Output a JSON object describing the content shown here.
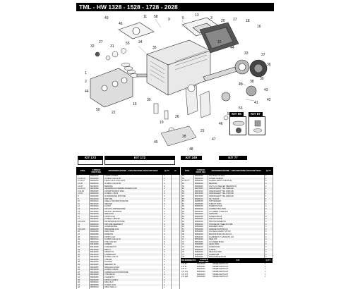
{
  "header": {
    "title": "TML - HW 1328 - 1528 - 1728 - 2028"
  },
  "kits": {
    "k65": "KIT 65",
    "k67": "KIT 67",
    "k173": "KIT 173",
    "k172": "KIT 172",
    "k249": "KIT 249",
    "k77": "KIT 77"
  },
  "callouts": [
    "49",
    "46",
    "11",
    "58",
    "9",
    "5",
    "13",
    "3",
    "20",
    "17",
    "18",
    "16",
    "32",
    "27",
    "31",
    "55",
    "34",
    "35",
    "15",
    "44",
    "33",
    "37",
    "36",
    "30",
    "38",
    "40",
    "43",
    "42",
    "41",
    "53",
    "52",
    "46",
    "1",
    "2",
    "44",
    "50",
    "22",
    "15",
    "30",
    "19",
    "26",
    "28",
    "21",
    "47",
    "48",
    "45"
  ],
  "table_left": {
    "headers": [
      "POS.",
      "CODICE PART NO.",
      "DENOMINAZIONE - DESCRIZIONE DESCRIPTION",
      "Q.TY",
      "N"
    ],
    "rows": [
      [
        "1",
        "80110010",
        "CORPO POMPA",
        "1",
        ""
      ],
      [
        "2-3-4-5-6",
        "80200005",
        "O-RING 2.62x13.95",
        "1",
        ""
      ],
      [
        "2-4-6-67",
        "80450010",
        "TAPPO OLIO CON ASTA",
        "1",
        ""
      ],
      [
        "4-6-67",
        "80290010",
        "O-RING 2.62x13.95",
        "1",
        ""
      ],
      [
        "4-6-67",
        "80230045",
        "BEARING",
        "2",
        ""
      ],
      [
        "2-3-4-5-6",
        "80230050",
        "SILVERBLOCK SERIES-SCHEDA SUB",
        "2",
        ""
      ],
      [
        "6-14-65",
        "80600005",
        "ANTIESTRUSION RING",
        "2",
        ""
      ],
      [
        "4-6-67",
        "80200015",
        "O-RING 1.78x14",
        "2",
        ""
      ],
      [
        "8",
        "80200055",
        "GUARNIZIONE PISTONE",
        "3",
        ""
      ],
      [
        "9",
        "80220010",
        "PISTONE",
        "3",
        ""
      ],
      [
        "10",
        "80220013",
        "ANELLO ANTIESTRUSIONE",
        "3",
        ""
      ],
      [
        "11",
        "80220015",
        "SEEGER",
        "3",
        ""
      ],
      [
        "12",
        "80240000",
        "FILTRO",
        "1",
        ""
      ],
      [
        "13",
        "80240015",
        "VALVOLA ASPIRAZIONE",
        "6",
        ""
      ],
      [
        "14",
        "80240025",
        "VALVOLA MANDATA",
        "3",
        ""
      ],
      [
        "15",
        "80240035",
        "PARAOLIO",
        "3",
        ""
      ],
      [
        "16",
        "80240040",
        "TAPPO G1/4",
        "2",
        ""
      ],
      [
        "17",
        "80240041",
        "O-RING 1.78x9.25",
        "2",
        ""
      ],
      [
        "18-19-20",
        "80250010",
        "DISTANZIALE PISTONE",
        "3",
        ""
      ],
      [
        "21",
        "80290010",
        "PISTONE CERAMICO",
        "3",
        ""
      ],
      [
        "22",
        "80290020",
        "GUARNIZIONE",
        "3",
        ""
      ],
      [
        "23-24-25",
        "80300045",
        "SPESSORE 0.25",
        "3",
        ""
      ],
      [
        "26",
        "80300050",
        "DADO M10",
        "3",
        ""
      ],
      [
        "27",
        "80300055",
        "ROSETTA",
        "3",
        ""
      ],
      [
        "28",
        "80400010",
        "TAPPO G1/2",
        "2",
        ""
      ],
      [
        "29",
        "80400012",
        "O-RING 2.62x12.42",
        "2",
        ""
      ],
      [
        "30",
        "80400025",
        "VITE TCEI M8",
        "8",
        ""
      ],
      [
        "31",
        "80410005",
        "ALBERO",
        "1",
        ""
      ],
      [
        "32",
        "80410025",
        "CUSCINETTO",
        "2",
        ""
      ],
      [
        "33",
        "80410030",
        "BIELLA",
        "3",
        ""
      ],
      [
        "34",
        "80410035",
        "SPINOTTO",
        "3",
        ""
      ],
      [
        "35",
        "80420010",
        "COPERCHIO",
        "1",
        ""
      ],
      [
        "36",
        "80420015",
        "O-RING 2.62x72",
        "1",
        ""
      ],
      [
        "37",
        "80420030",
        "VITE M6",
        "4",
        ""
      ],
      [
        "38",
        "80420040",
        "FLANGIA",
        "1",
        ""
      ],
      [
        "39",
        "80430005",
        "SEEGER I 52",
        "1",
        ""
      ],
      [
        "40",
        "80440005",
        "PARAOLIO 25x52",
        "1",
        ""
      ],
      [
        "41",
        "80440015",
        "O-RING 2.62x60",
        "1",
        ""
      ],
      [
        "42",
        "80440025",
        "COPERCHIO POSTERIORE",
        "1",
        ""
      ],
      [
        "43",
        "80440030",
        "VITE M6x16",
        "4",
        ""
      ],
      [
        "44",
        "80450005",
        "CHIAVETTA",
        "1",
        ""
      ],
      [
        "45",
        "80450015",
        "TAPPO CARICO",
        "1",
        ""
      ],
      [
        "46",
        "80450020",
        "SPIA OLIO",
        "1",
        ""
      ],
      [
        "47",
        "80450030",
        "O-RING 3x34",
        "1",
        ""
      ],
      [
        "48",
        "80450040",
        "SPIA LIVELLO",
        "1",
        ""
      ]
    ]
  },
  "table_right": {
    "headers": [
      "POS.",
      "CODICE PART NO.",
      "DENOMINAZIONE - DESCRIZIONE DESCRIPTION",
      "Q.TY"
    ],
    "rows": [
      [
        "49",
        "80450050",
        "OIL SIGHT GLASS",
        "1"
      ],
      [
        "50",
        "80460010",
        "COVER GASKET",
        "1"
      ],
      [
        "51-65-77",
        "80460015",
        "GASKET BODY 2.62x15 (8)",
        "3"
      ],
      [
        "52",
        "80460020",
        "BEARING",
        "2"
      ],
      [
        "53",
        "80460025",
        "CAP G 1/4 SEALED (BEARINGS)",
        "1"
      ],
      [
        "54",
        "80470005",
        "CRANKSHAFT TML 1328 HW",
        "1"
      ],
      [
        "54",
        "80470010",
        "CRANKSHAFT TML 1528 HW",
        "1"
      ],
      [
        "54",
        "80470015",
        "CRANKSHAFT TML 1728 HW",
        "1"
      ],
      [
        "54",
        "80470020",
        "CRANKSHAFT TML 2028 HW",
        "1"
      ],
      [
        "55",
        "80480010",
        "KEY 6x6x25",
        "1"
      ],
      [
        "56",
        "80480015",
        "TAB WASHER",
        "1"
      ],
      [
        "57",
        "80480020",
        "THRUST RING",
        "1"
      ],
      [
        "58",
        "80480025",
        "SCREW M 6x25",
        "4"
      ],
      [
        "59",
        "80490010",
        "CONNECTING ROD",
        "3"
      ],
      [
        "60",
        "80490015",
        "CYLINDER 4 ITEM KIT",
        "1"
      ],
      [
        "61",
        "80490020",
        "SUPPORT",
        "1"
      ],
      [
        "62",
        "80490025",
        "SCREW M6x18",
        "8"
      ],
      [
        "63",
        "80500005",
        "PISTON GUIDE",
        "3"
      ],
      [
        "64",
        "80500010",
        "PISTON GUIDE PIN",
        "3"
      ],
      [
        "65",
        "80500015",
        "STAINLESS STEEL NUT M8",
        "3"
      ],
      [
        "66",
        "80500020",
        "WASHER 8 BOLT",
        "3"
      ],
      [
        "67",
        "80500025",
        "GREASE PISTON 8+8",
        "3"
      ],
      [
        "68",
        "80510005",
        "OIL SEAL 18x28x7 VITON",
        "3"
      ],
      [
        "69",
        "80510010",
        "BACKUP RING 18x 24x 0.5",
        "3"
      ],
      [
        "70",
        "80510015",
        "CLAMPER 6.7 GASKET 6.4x3",
        "3"
      ],
      [
        "71",
        "80510020",
        "SEAL KIT",
        "3"
      ],
      [
        "72",
        "80510025",
        "CYLINDER BUSH",
        "3"
      ],
      [
        "73",
        "80520005",
        "HEAD RING",
        "3"
      ],
      [
        "74",
        "80520010",
        "SCREW M10",
        "3"
      ],
      [
        "75",
        "80520015",
        "O-RING",
        "3"
      ],
      [
        "76",
        "80520020",
        "SEALING RING",
        "3"
      ],
      [
        "77",
        "80520025",
        "SCREW M8",
        "3"
      ],
      [
        "78",
        "80520030",
        "DISCHARGE VALVE",
        "3"
      ]
    ]
  },
  "table_kits": {
    "headers": [
      "RIFERIMENTO",
      "CODICE PART NO.",
      "KIT",
      "Q.TY"
    ],
    "rows": [
      [
        "KIT 65",
        "80440020",
        "SPARE PARTS KIT",
        "1"
      ],
      [
        "KIT 67",
        "80440021",
        "SPARE PARTS KIT",
        "1"
      ],
      [
        "KIT 77",
        "80440022",
        "SPARE PARTS KIT",
        "1"
      ],
      [
        "KIT 172",
        "80440023",
        "SPARE PARTS KIT",
        "1"
      ],
      [
        "KIT 173",
        "80440024",
        "SPARE PARTS KIT",
        "1"
      ],
      [
        "KIT 249",
        "80440025",
        "SPARE PARTS KIT",
        "1"
      ]
    ]
  }
}
